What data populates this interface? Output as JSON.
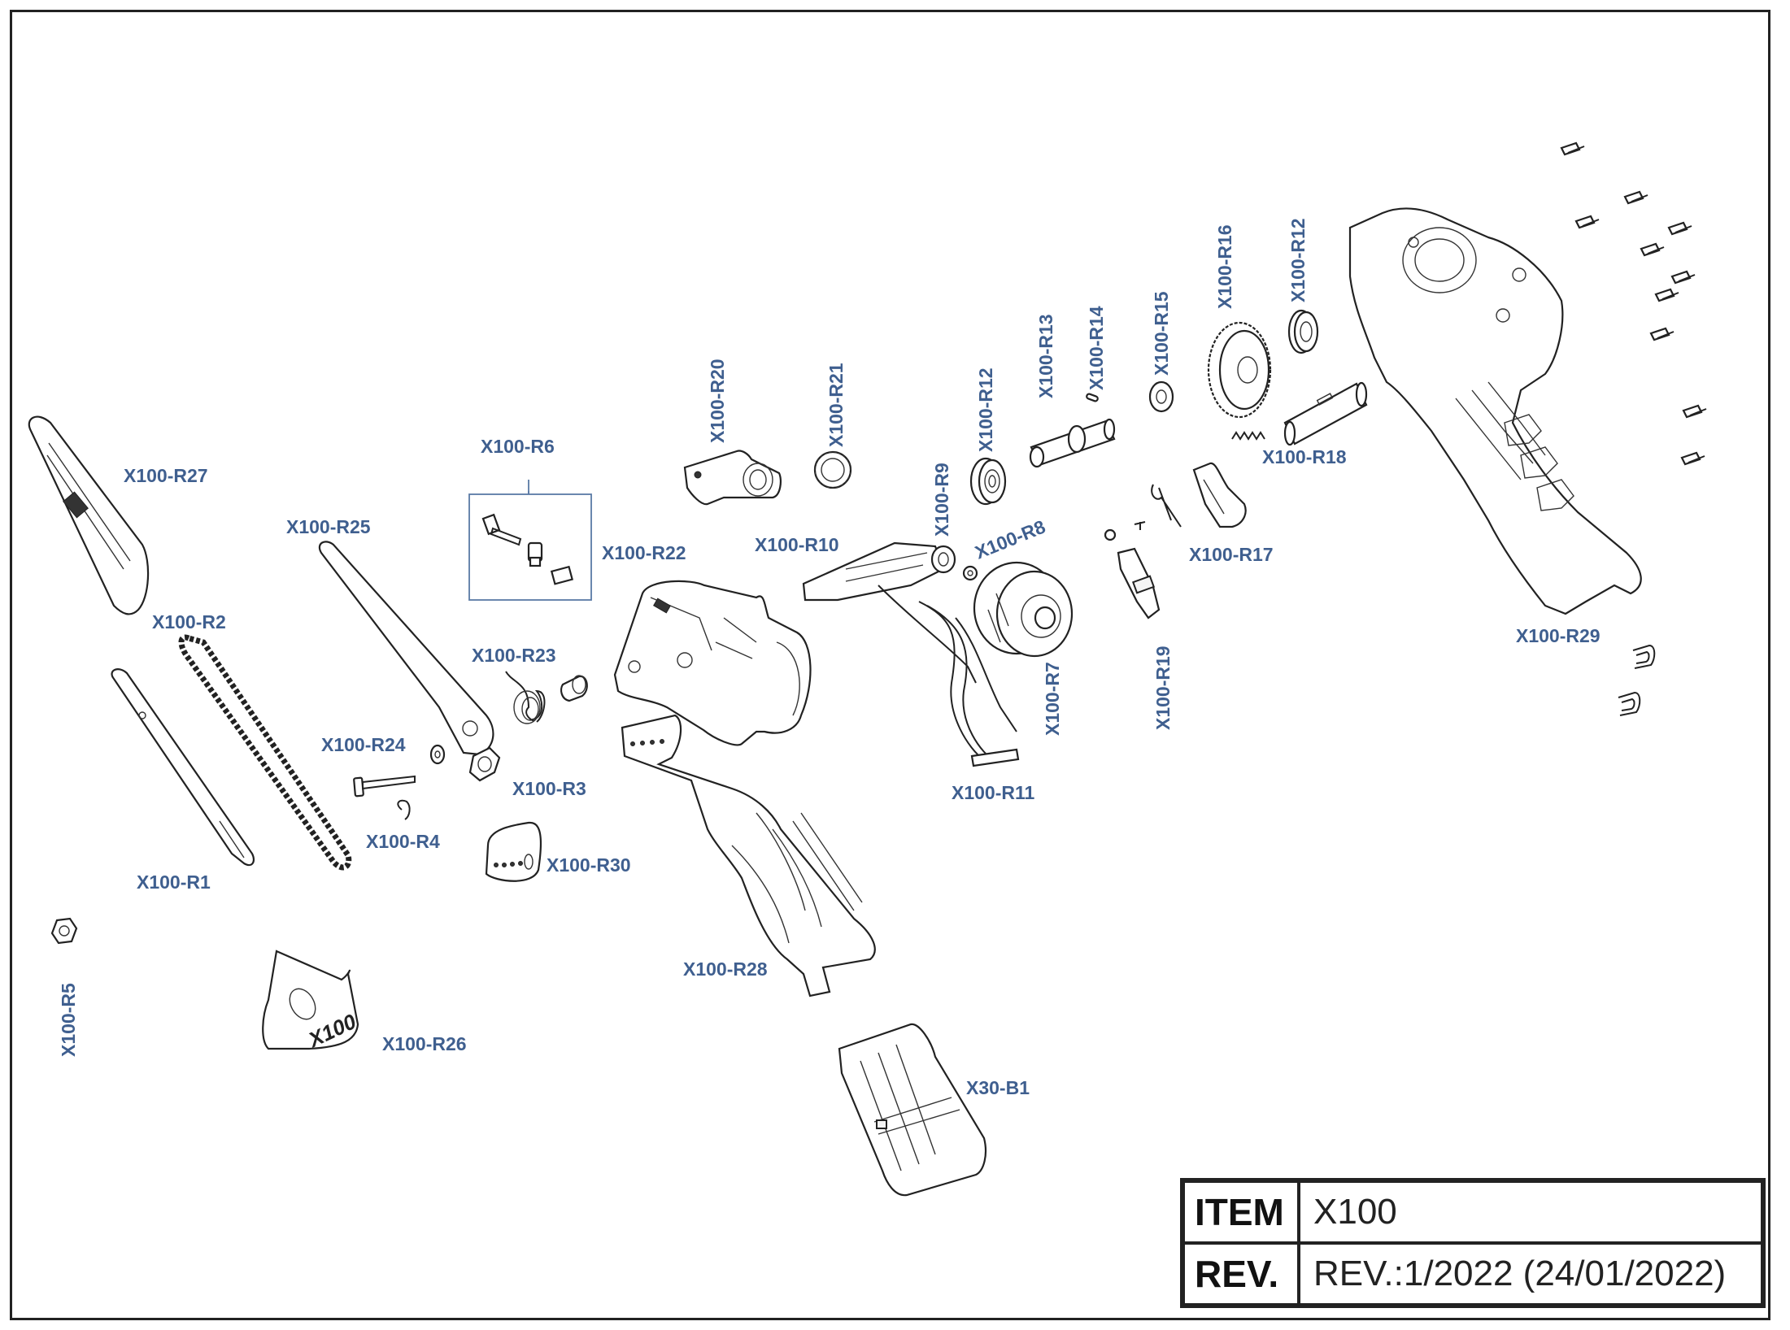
{
  "labels": {
    "r27": "X100-R27",
    "r25": "X100-R25",
    "r6": "X100-R6",
    "r2": "X100-R2",
    "r23": "X100-R23",
    "r22": "X100-R22",
    "r24": "X100-R24",
    "r3": "X100-R3",
    "r4": "X100-R4",
    "r1": "X100-R1",
    "r30": "X100-R30",
    "r5": "X100-R5",
    "r26": "X100-R26",
    "r28": "X100-R28",
    "b1": "X30-B1",
    "r20": "X100-R20",
    "r21": "X100-R21",
    "r10": "X100-R10",
    "r9": "X100-R9",
    "r12a": "X100-R12",
    "r8": "X100-R8",
    "r13": "X100-R13",
    "r14": "X100-R14",
    "r7": "X100-R7",
    "r11": "X100-R11",
    "r15": "X100-R15",
    "r19": "X100-R19",
    "r16": "X100-R16",
    "r12b": "X100-R12",
    "r17": "X100-R17",
    "r18": "X100-R18",
    "r29": "X100-R29"
  },
  "title_block": {
    "item_key": "ITEM",
    "item_value": "X100",
    "rev_key": "REV.",
    "rev_value": "REV.:1/2022 (24/01/2022)"
  },
  "colors": {
    "label": "#3f5f8f",
    "line": "#222222",
    "frame": "#222222"
  }
}
